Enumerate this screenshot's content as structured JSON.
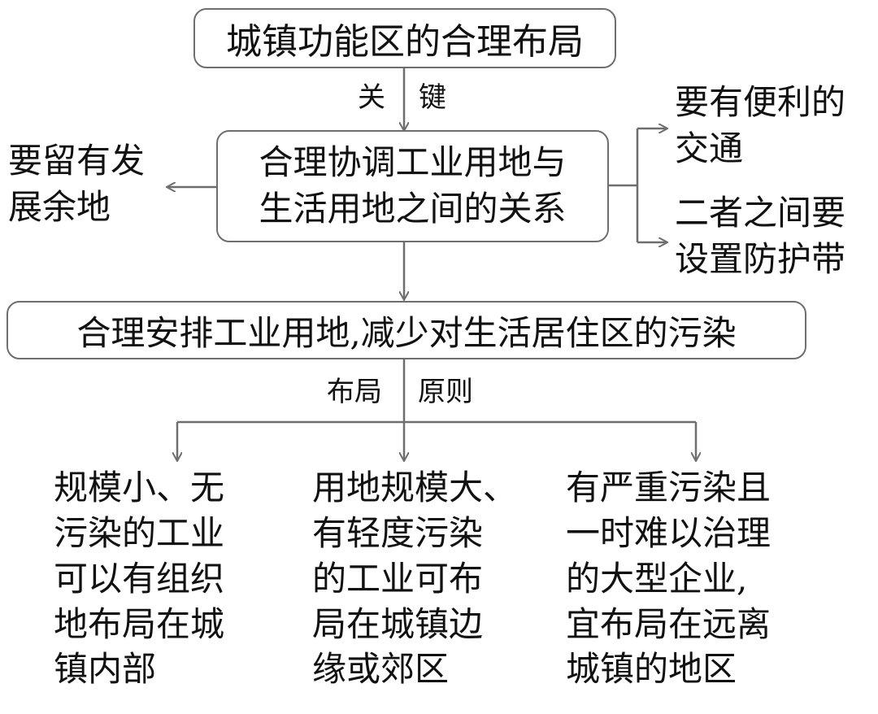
{
  "top_box": "城镇功能区的合理布局",
  "edge1_left": "关",
  "edge1_right": "键",
  "center_box": "合理协调工业用地与\n生活用地之间的关系",
  "left_note": "要留有发\n展余地",
  "right_note_1": "要有便利的\n交通",
  "right_note_2": "二者之间要\n设置防护带",
  "wide_box": "合理安排工业用地,减少对生活居住区的污染",
  "edge2_left": "布局",
  "edge2_right": "原则",
  "col_1": "规模小、无\n污染的工业\n可以有组织\n地布局在城\n镇内部",
  "col_2": "用地规模大、\n有轻度污染\n的工业可布\n局在城镇边\n缘或郊区",
  "col_3": "有严重污染且\n一时难以治理\n的大型企业,\n宜布局在远离\n城镇的地区"
}
